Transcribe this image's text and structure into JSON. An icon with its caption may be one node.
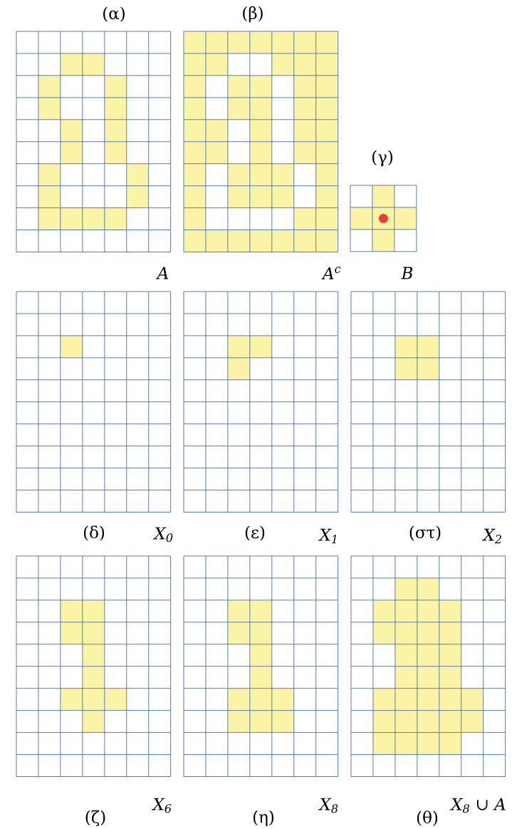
{
  "diagram": {
    "labels": [
      "(α)",
      "(β)",
      "(γ)",
      "A",
      "A$^{c}$",
      "B",
      "(δ)",
      "X$_{0}$",
      "(ε)",
      "X$_{1}$",
      "(στ)",
      "X$_{2}$",
      "X$_{6}$",
      "X$_{8}$",
      "X$_{8}$ ∪ A",
      "(ζ)",
      "(η)",
      "(θ)"
    ]
  }
}
